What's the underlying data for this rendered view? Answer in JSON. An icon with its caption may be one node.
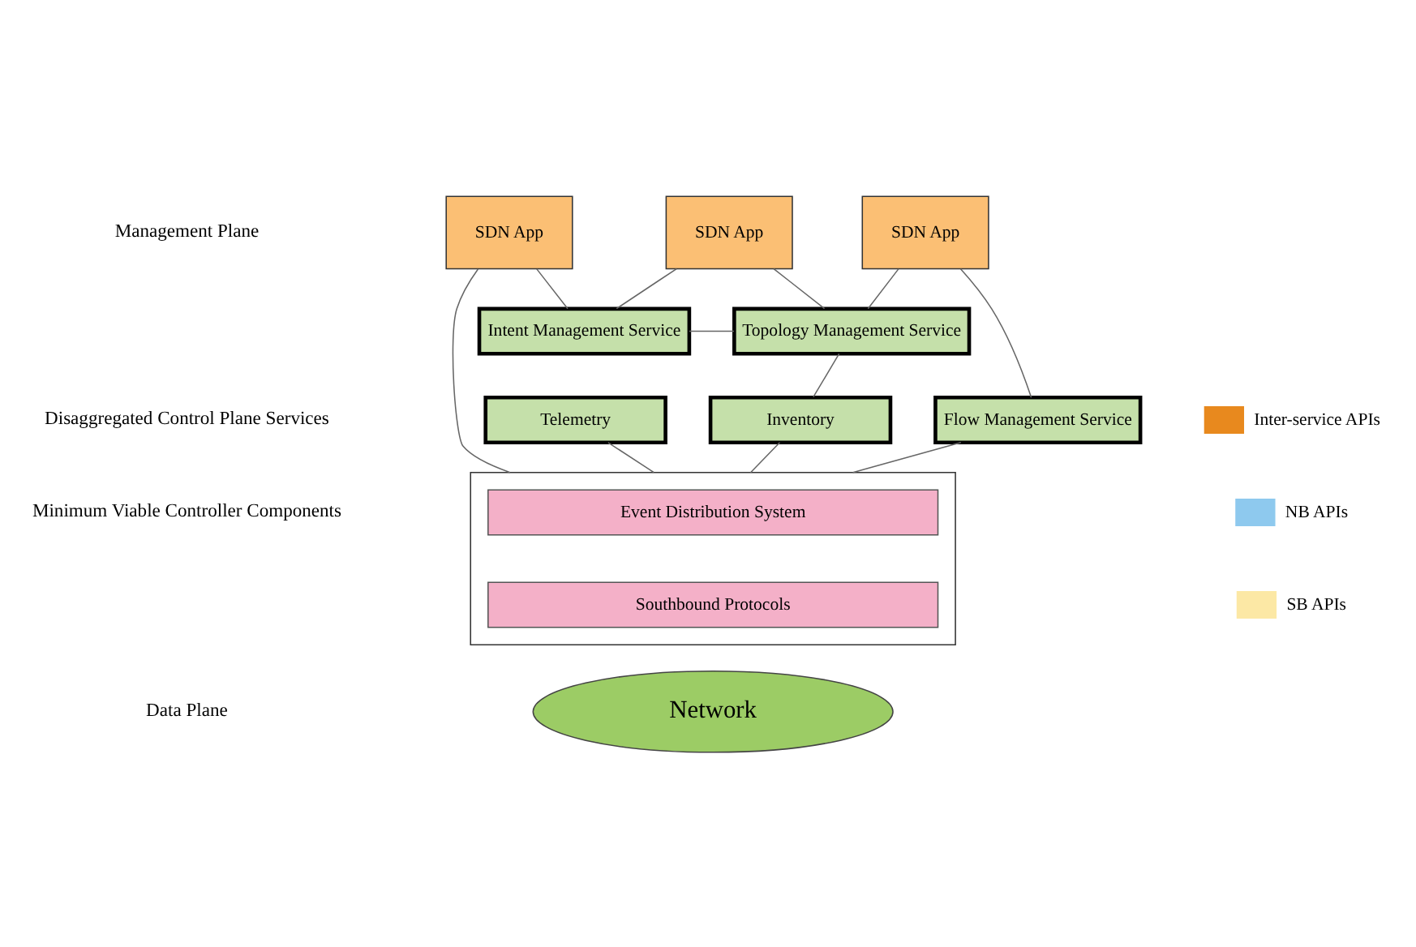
{
  "diagram": {
    "nodes": [
      {
        "text": [
          "SDN App"
        ]
      },
      {
        "text": [
          "SDN App"
        ]
      },
      {
        "text": [
          "SDN App"
        ]
      },
      {
        "text": [
          "Intent Management Service"
        ]
      },
      {
        "text": [
          "Topology Management Service"
        ]
      },
      {
        "text": [
          "Telemetry"
        ]
      },
      {
        "text": [
          "Flow Management Service"
        ]
      },
      {
        "text": [
          "Inventory"
        ]
      },
      {
        "text": [],
        "shape": "box"
      },
      {
        "text": [
          "Event Distribution System"
        ],
        "in": 8
      },
      {
        "text": [
          "Southbound Protocols"
        ],
        "in": 8
      },
      {
        "text": [
          "Network"
        ]
      }
    ],
    "edges": [
      {
        "from": 0,
        "to": 3,
        "arrow": "none"
      },
      {
        "from": 1,
        "to": 3,
        "arrow": "none"
      },
      {
        "from": 1,
        "to": 4,
        "arrow": "none"
      },
      {
        "from": 2,
        "to": 4,
        "arrow": "none"
      },
      {
        "from": 3,
        "to": 4,
        "arrow": "none"
      },
      {
        "from": 4,
        "to": 7,
        "arrow": "none"
      },
      {
        "from": 2,
        "to": 6,
        "arrow": "none"
      },
      {
        "from": 0,
        "to": 8,
        "arrow": "none"
      },
      {
        "from": 5,
        "to": 8,
        "arrow": "none"
      },
      {
        "from": 7,
        "to": 8,
        "arrow": "none"
      },
      {
        "from": 6,
        "to": 8,
        "arrow": "none"
      }
    ],
    "labels": [
      "Management Plane",
      "Disaggregated Control Plane Services",
      "Minimum Viable Controller Components",
      "Data Plane"
    ],
    "legend": [
      {
        "text": "Inter-service APIs",
        "color": "#e8891e"
      },
      {
        "text": "NB APIs",
        "color": "#8ec9ee"
      },
      {
        "text": "SB APIs",
        "color": "#fce8a5"
      }
    ]
  }
}
